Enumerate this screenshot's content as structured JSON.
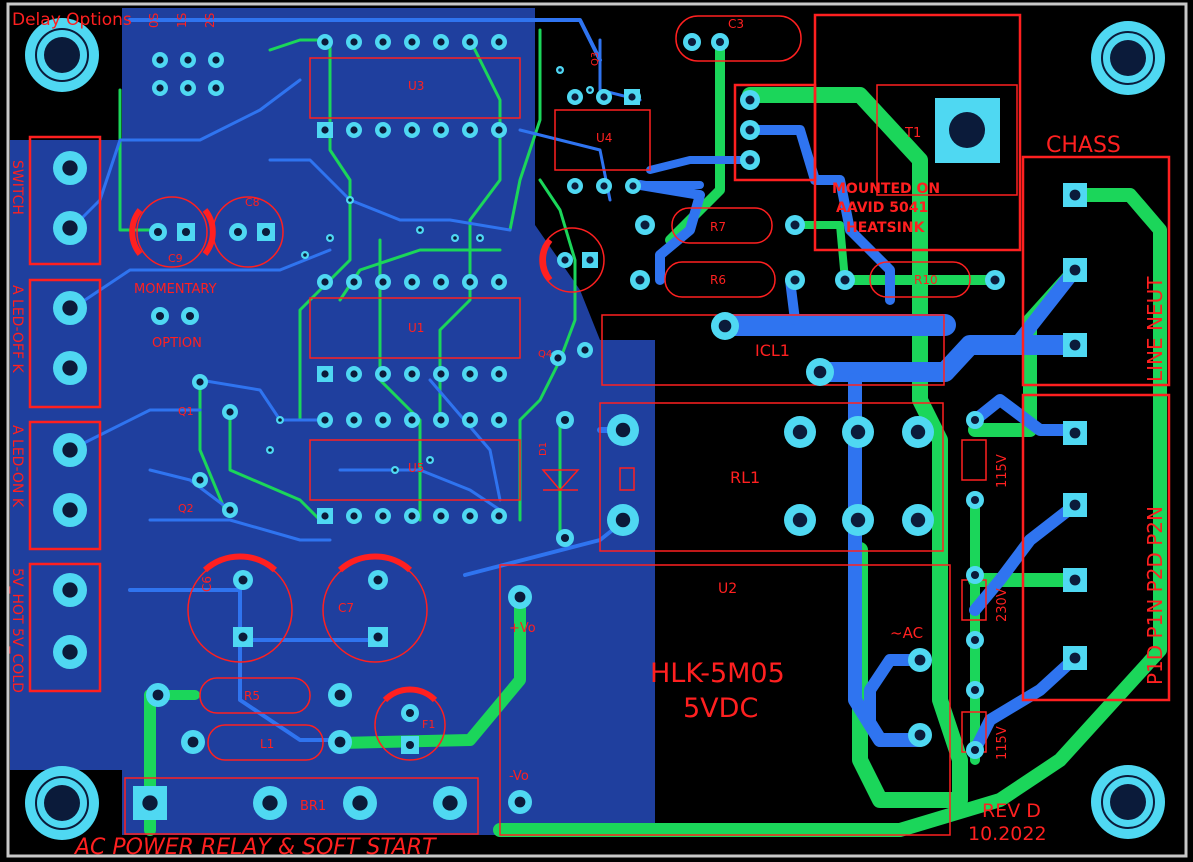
{
  "colors": {
    "background": "#000000",
    "ground_pour": "#1f3f9e",
    "trace_bottom": "#2f74f0",
    "trace_top": "#1bd65a",
    "silkscreen": "#ff2020",
    "pad": "#4fd8f2",
    "pad_hole": "#0b1b3a",
    "frame": "#c8c8c8"
  },
  "labels": {
    "delay_options": "Delay Options",
    "delay_codes": [
      "0S",
      "1S",
      "2S"
    ],
    "momentary": "MOMENTARY",
    "option": "OPTION",
    "switch": "SWITCH",
    "led_off": "A  LED-OFF  K",
    "led_on": "A  LED-ON  K",
    "supply": "5V_HOT 5V_COLD",
    "chass": "CHASS",
    "line_neut": "LINE NEUT",
    "p_pins": "P1D  P1N  P2D  P2N",
    "mounted": [
      "MOUNTED ON",
      "AAVID 5041",
      "HEATSINK"
    ],
    "icl1": "ICL1",
    "rl1": "RL1",
    "u2": "U2",
    "hlk": [
      "HLK-5M05",
      "5VDC"
    ],
    "vo_pos": "+Vo",
    "vo_neg": "-Vo",
    "ac": "~AC",
    "br1": "BR1",
    "rev": [
      "REV D",
      "10.2022"
    ],
    "title": "AC POWER RELAY & SOFT START",
    "v115_a": "115V",
    "v230": "230V",
    "v115_b": "115V",
    "u3": "U3",
    "u4": "U4",
    "u1": "U1",
    "u5": "U5",
    "t1": "T1",
    "c3": "C3",
    "c6": "C6",
    "c7": "C7",
    "c8": "C8",
    "c9": "C9",
    "r5": "R5",
    "r6": "R6",
    "r7": "R7",
    "r10": "R10",
    "l1": "L1",
    "f1": "F1",
    "q1": "Q1",
    "q2": "Q2",
    "q3": "Q3",
    "q4": "Q4",
    "d1": "D1"
  }
}
